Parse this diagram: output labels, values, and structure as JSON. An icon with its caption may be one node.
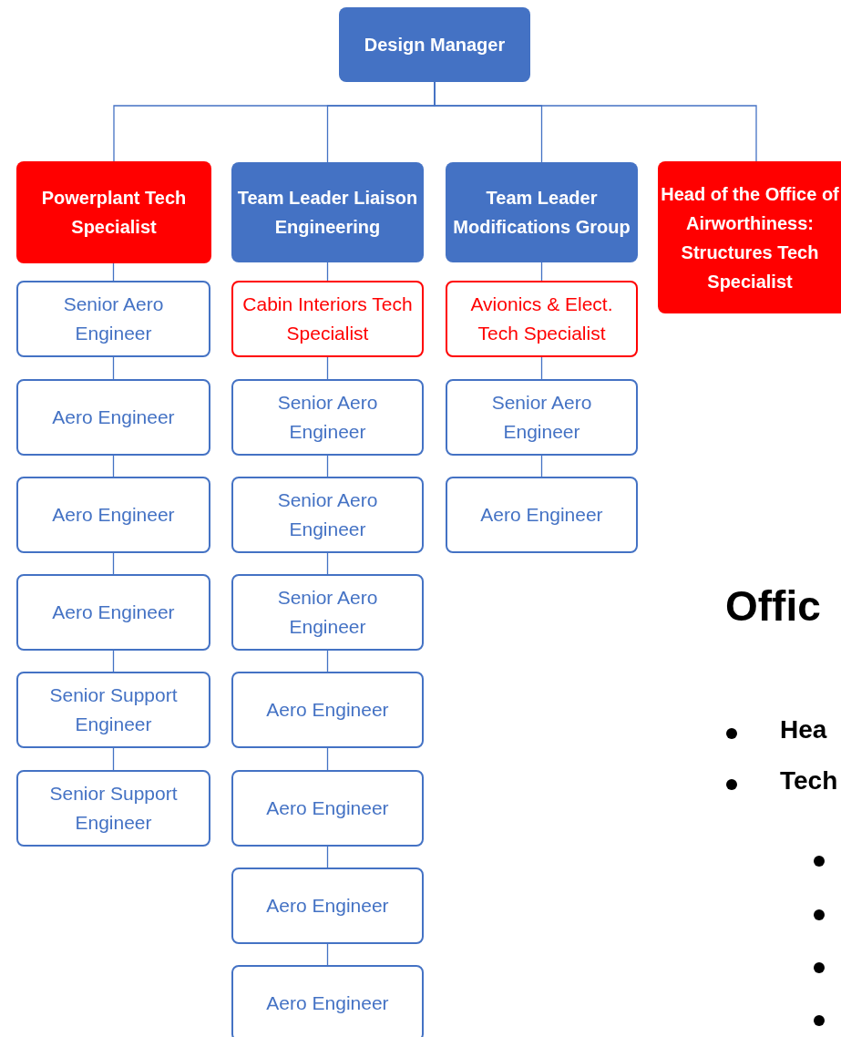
{
  "diagram": {
    "nodes": [
      {
        "text": [
          "Design Manager"
        ]
      },
      {
        "text": [
          "Powerplant Tech Specialist"
        ]
      },
      {
        "text": [
          "Team Leader Liaison Engineering"
        ]
      },
      {
        "text": [
          "Team Leader Modifications Group"
        ]
      },
      {
        "text": [
          "Head of the Office of Airworthiness: Structures Tech Specialist"
        ]
      },
      {
        "text": [
          "Senior Aero Engineer"
        ]
      },
      {
        "text": [
          "Aero Engineer"
        ]
      },
      {
        "text": [
          "Aero Engineer"
        ]
      },
      {
        "text": [
          "Aero Engineer"
        ]
      },
      {
        "text": [
          "Senior Support Engineer"
        ]
      },
      {
        "text": [
          "Senior Support Engineer"
        ]
      },
      {
        "text": [
          "Cabin Interiors Tech Specialist"
        ]
      },
      {
        "text": [
          "Senior Aero Engineer"
        ]
      },
      {
        "text": [
          "Senior Aero Engineer"
        ]
      },
      {
        "text": [
          "Senior Aero Engineer"
        ]
      },
      {
        "text": [
          "Aero Engineer"
        ]
      },
      {
        "text": [
          "Aero Engineer"
        ]
      },
      {
        "text": [
          "Aero Engineer"
        ]
      },
      {
        "text": [
          "Aero Engineer"
        ]
      },
      {
        "text": [
          "Avionics & Elect. Tech Specialist"
        ]
      },
      {
        "text": [
          "Senior Aero Engineer"
        ]
      },
      {
        "text": [
          "Aero Engineer"
        ]
      }
    ],
    "edges": [
      {
        "from": 0,
        "to": 1,
        "arrow": "none"
      },
      {
        "from": 0,
        "to": 2,
        "arrow": "none"
      },
      {
        "from": 0,
        "to": 3,
        "arrow": "none"
      },
      {
        "from": 0,
        "to": 4,
        "arrow": "none"
      },
      {
        "from": 1,
        "to": 5,
        "arrow": "none"
      },
      {
        "from": 5,
        "to": 6,
        "arrow": "none"
      },
      {
        "from": 6,
        "to": 7,
        "arrow": "none"
      },
      {
        "from": 7,
        "to": 8,
        "arrow": "none"
      },
      {
        "from": 8,
        "to": 9,
        "arrow": "none"
      },
      {
        "from": 9,
        "to": 10,
        "arrow": "none"
      },
      {
        "from": 2,
        "to": 11,
        "arrow": "none"
      },
      {
        "from": 11,
        "to": 12,
        "arrow": "none"
      },
      {
        "from": 12,
        "to": 13,
        "arrow": "none"
      },
      {
        "from": 13,
        "to": 14,
        "arrow": "none"
      },
      {
        "from": 14,
        "to": 15,
        "arrow": "none"
      },
      {
        "from": 15,
        "to": 16,
        "arrow": "none"
      },
      {
        "from": 16,
        "to": 17,
        "arrow": "none"
      },
      {
        "from": 17,
        "to": 18,
        "arrow": "none"
      },
      {
        "from": 3,
        "to": 19,
        "arrow": "none"
      },
      {
        "from": 19,
        "to": 20,
        "arrow": "none"
      },
      {
        "from": 20,
        "to": 21,
        "arrow": "none"
      }
    ],
    "labels": [
      "Offic",
      "Hea",
      "Tech"
    ]
  }
}
